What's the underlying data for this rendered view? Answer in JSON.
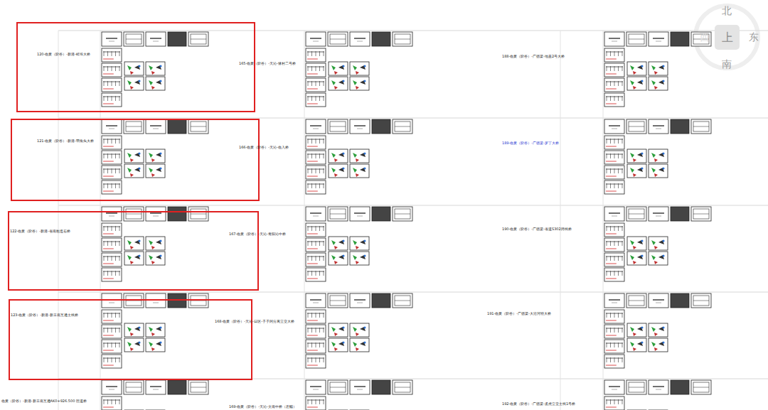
{
  "diagram": {
    "nodes": [
      {
        "text": [
          "120-临黄（阶谷）-新港-蚌埠大桥"
        ]
      },
      {
        "text": [
          "121-临黄（阶谷）-新港-羽角头大桥"
        ]
      },
      {
        "text": [
          "122-临黄（阶谷）-新港-省南粗造石桥"
        ]
      },
      {
        "text": [
          "123-临黄（阶谷）-新港-新丰南互通主线桥"
        ]
      },
      {
        "text": [
          "上"
        ]
      }
    ],
    "labels": [
      "165-临黄（阶谷）-天沁-缘村二号桥",
      "188-临黄（阶谷）-广德梁-地盖2号大桥",
      "166-临黄（阶谷）-天沁-临入桥",
      "189-临黄（阶谷）-广德梁-罗丁大桥",
      "167-临黄（阶谷）-天沁-青阳沁中桥",
      "190-临黄（阶谷）-广德梁-省道S302跨线桥",
      "168-临黄（阶谷）-天沁-日区-子子阿分离立交大桥",
      "191-临黄（阶谷）-广德梁-大沿河特大桥",
      "临黄（阶谷）-新港-新丰南互通AK0+926.500 匝道桥",
      "169-临黄（阶谷）-天沁-文南中桥（左幅）",
      "192-临黄（阶谷）-广德梁-孟虎立交主线1号桥",
      "北",
      "西",
      "东",
      "南"
    ]
  }
}
